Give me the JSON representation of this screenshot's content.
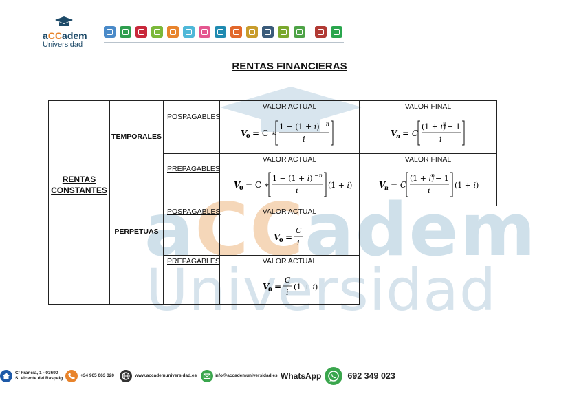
{
  "header": {
    "logo_name_part1": "a",
    "logo_name_accent": "CC",
    "logo_name_part2": "adem",
    "logo_sub": "Universidad",
    "icon_colors": [
      "#4a8ac8",
      "#2e9e4f",
      "#c8283b",
      "#7bb83a",
      "#e8842c",
      "#4fb8d8",
      "#e4568f",
      "#1f8ab0",
      "#e2682b",
      "#c89c2c",
      "#3a5b7a",
      "#7aa82d",
      "#4da346",
      "#b13a34",
      "#2aa64d"
    ],
    "icons": [
      "people-icon",
      "board-icon",
      "megaphone-icon",
      "percent-icon",
      "science-icon",
      "heart-monitor-icon",
      "person-icon",
      "dna-icon",
      "gear-heart-icon",
      "scales-icon",
      "magnifier-icon",
      "brain-icon",
      "leaf-icon",
      "bank-icon",
      "hospital-icon"
    ]
  },
  "title": "RENTAS FINANCIERAS",
  "watermark": {
    "line1_a": "a",
    "line1_accent": "CC",
    "line1_b": "adem",
    "line2": "Universidad"
  },
  "table": {
    "group_label_line1": "RENTAS",
    "group_label_line2": "CONSTANTES",
    "temporales": "TEMPORALES",
    "perpetuas": "PERPETUAS",
    "pospagables": "POSPAGABLES",
    "prepagables": "PREPAGABLES",
    "valor_actual": "VALOR ACTUAL",
    "valor_final": "VALOR FINAL"
  },
  "footer": {
    "address_line1": "C/ Francia, 1 - 03690",
    "address_line2": "S. Vicente del Raspeig",
    "phone": "+34 965 063 320",
    "website": "www.accademuniversidad.es",
    "email": "info@accademuniversidad.es",
    "whatsapp_label": "WhatsApp",
    "whatsapp_number": "692 349 023",
    "colors": {
      "home": "#1e5aa8",
      "phone": "#e8842c",
      "web": "#333333",
      "mail": "#3aa64d",
      "whatsapp": "#3aa64d"
    }
  }
}
